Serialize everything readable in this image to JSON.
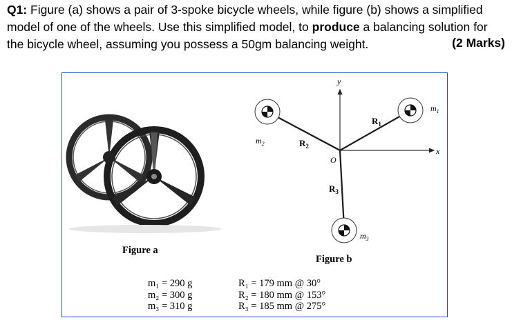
{
  "question": {
    "label": "Q1:",
    "text_part1": " Figure (a) shows a pair of 3-spoke bicycle wheels, while figure (b) shows a simplified model of one of the wheels. Use this simplified model, to ",
    "bold_word": "produce",
    "text_part2": " a balancing solution for the bicycle wheel, assuming you possess a 50gm balancing weight.",
    "marks": "(2 Marks)"
  },
  "figure_a": {
    "caption": "Figure a"
  },
  "figure_b": {
    "caption": "Figure b",
    "axis_x": "x",
    "axis_y": "y",
    "origin": "O",
    "labels": {
      "R1": "R",
      "R1_sub": "1",
      "R2": "R",
      "R2_sub": "2",
      "R3": "R",
      "R3_sub": "3",
      "m1": "m",
      "m1_sub": "1",
      "m2": "m",
      "m2_sub": "2",
      "m3": "m",
      "m3_sub": "3"
    }
  },
  "masses": [
    "m₁ = 290 g",
    "m₂ = 300 g",
    "m₃ = 310 g"
  ],
  "radii": [
    "R₁ = 179 mm @ 30°",
    "R₂ = 180 mm @ 153°",
    "R₃ = 185 mm @ 275°"
  ]
}
